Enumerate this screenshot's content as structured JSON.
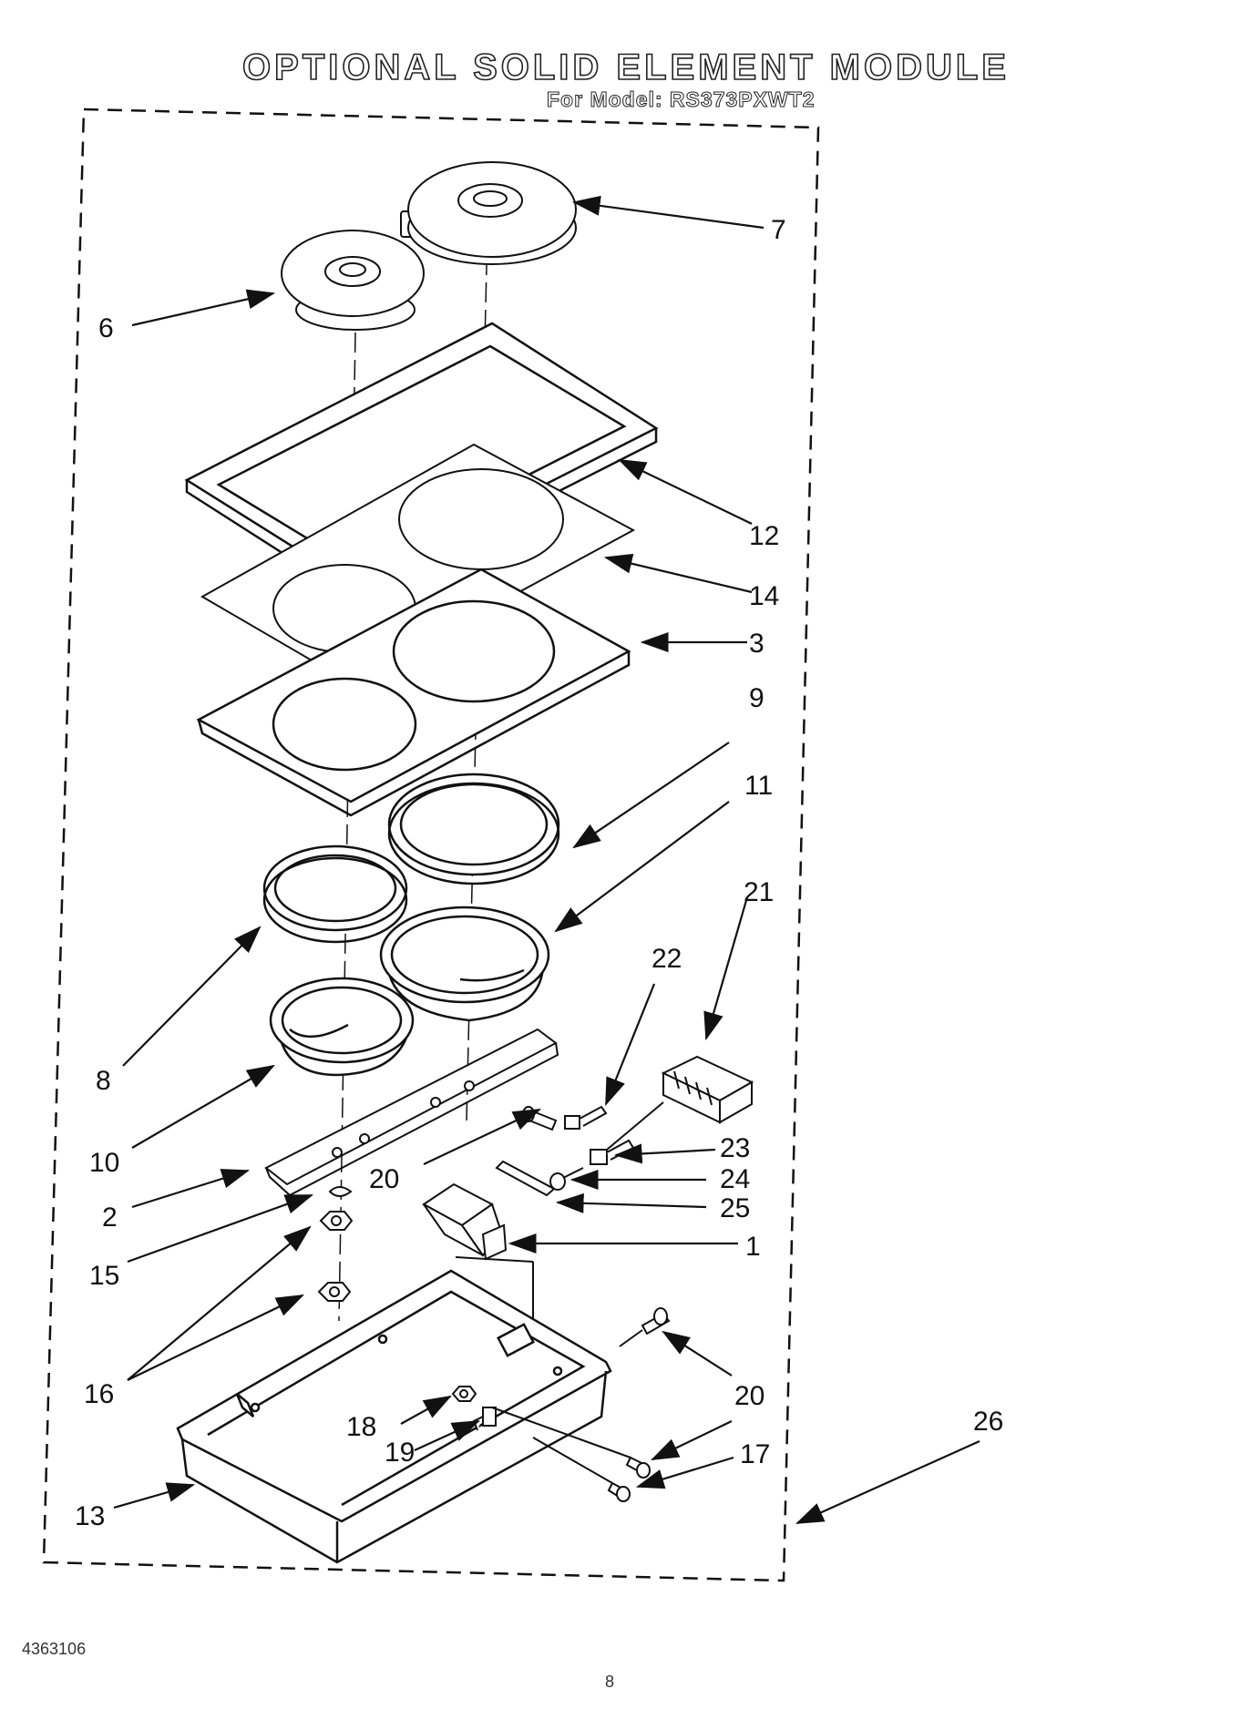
{
  "title": "OPTIONAL SOLID ELEMENT MODULE",
  "subtitle": "For Model: RS373PXWT2",
  "callouts": {
    "n1": "1",
    "n2": "2",
    "n3": "3",
    "n6": "6",
    "n7": "7",
    "n8": "8",
    "n9": "9",
    "n10": "10",
    "n11": "11",
    "n12": "12",
    "n13": "13",
    "n14": "14",
    "n15": "15",
    "n16": "16",
    "n17": "17",
    "n18": "18",
    "n19": "19",
    "n20a": "20",
    "n20b": "20",
    "n21": "21",
    "n22": "22",
    "n23": "23",
    "n24": "24",
    "n25": "25",
    "n26": "26"
  },
  "footer": {
    "code": "4363106",
    "page": "8"
  }
}
